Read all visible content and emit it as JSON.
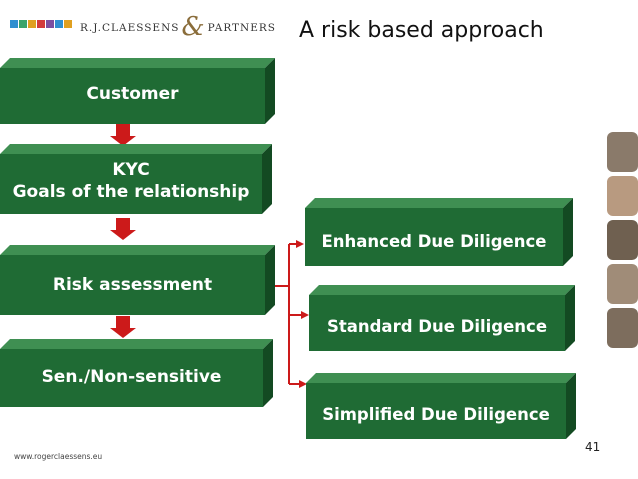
{
  "header": {
    "brand": "R.J.CLAESSENS",
    "ampersand": "&",
    "brand_suffix": "PARTNERS",
    "title": "A risk based approach",
    "logo_colors": [
      "#2f8fd0",
      "#3aa36a",
      "#e0a020",
      "#d23b3b",
      "#7b4fa0",
      "#2f8fd0",
      "#e0a020"
    ]
  },
  "flow": {
    "left_steps": [
      {
        "id": "customer",
        "label": "Customer"
      },
      {
        "id": "kyc",
        "lines": [
          "KYC",
          "Goals of the relationship"
        ]
      },
      {
        "id": "risk",
        "label": "Risk assessment"
      },
      {
        "id": "sensitive",
        "label": "Sen./Non-sensitive"
      }
    ],
    "right_outcomes": [
      {
        "id": "enhanced",
        "label": "Enhanced Due Diligence"
      },
      {
        "id": "standard",
        "label": "Standard Due Diligence"
      },
      {
        "id": "simplified",
        "label": "Simplified Due Diligence"
      }
    ],
    "colors": {
      "box_front": "#1f6b34",
      "box_top": "#3f8f52",
      "box_side": "#134a22",
      "arrow": "#cc1a1a"
    }
  },
  "footer": {
    "url": "www.rogerclaessens.eu",
    "page_number": "41"
  }
}
